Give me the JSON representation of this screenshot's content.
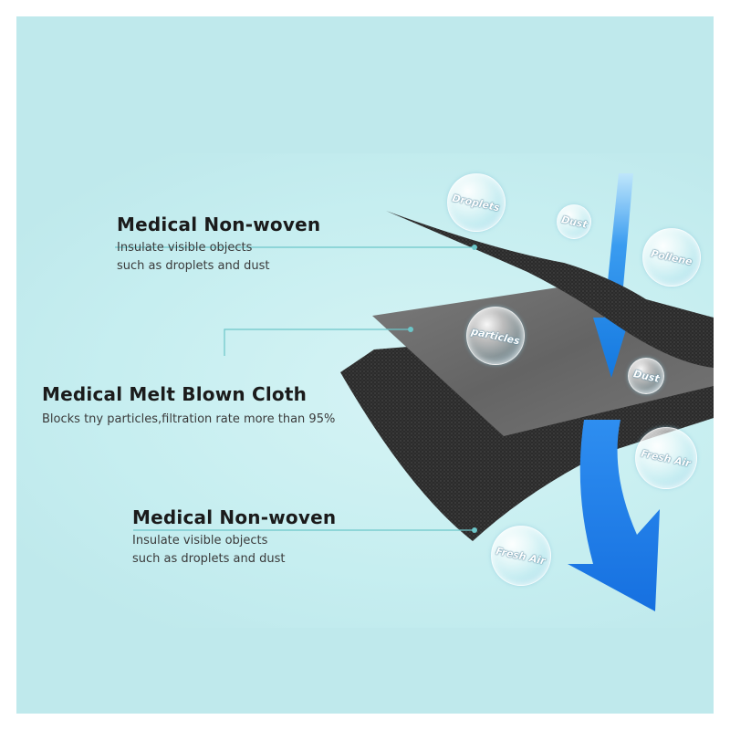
{
  "layers": [
    {
      "title": "Medical Non-woven",
      "lines": [
        "Insulate visible objects",
        "such as droplets and dust"
      ]
    },
    {
      "title": "Medical Melt Blown Cloth",
      "lines": [
        "Blocks tny particles,filtration rate more than 95%"
      ]
    },
    {
      "title": "Medical Non-woven",
      "lines": [
        "Insulate visible objects",
        "such as droplets and dust"
      ]
    }
  ],
  "bubbles": {
    "droplets": "Droplets",
    "dust_top": "Dust",
    "pollene": "Pollene",
    "particles": "particles",
    "dust_mid": "Dust",
    "fresh_air_right": "Fresh Air",
    "fresh_air_bottom": "Fresh Air"
  },
  "colors": {
    "background": "#bfe9ec",
    "arrow": "#1e88ee",
    "leader_line": "#6cc6c9",
    "fabric_dark": "#2a2a2a",
    "melt_blown": "#6f6f6f"
  }
}
